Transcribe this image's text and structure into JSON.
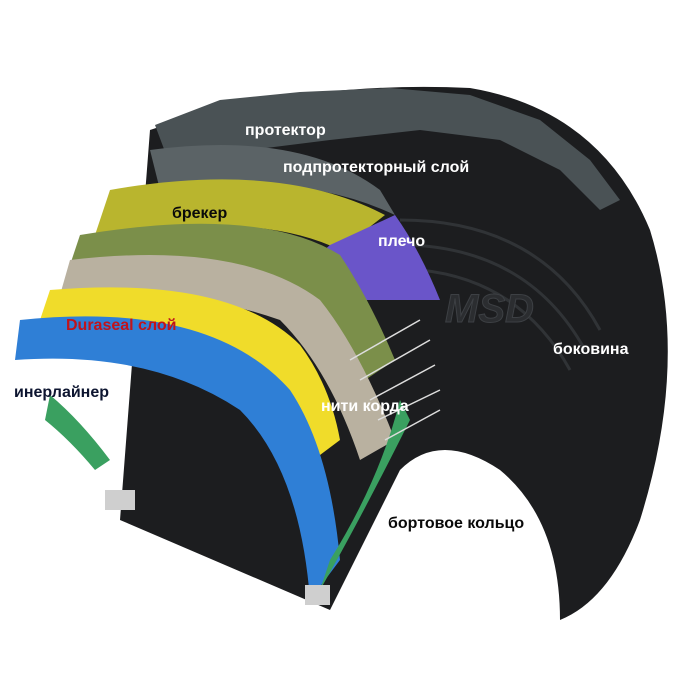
{
  "labels": {
    "tread": "протектор",
    "subtread": "подпротекторный слой",
    "breaker": "брекер",
    "shoulder": "плечо",
    "duraseal": "Duraseal слой",
    "innerliner": "инерлайнер",
    "sidewall": "боковина",
    "cord": "нити корда",
    "bead": "бортовое кольцо"
  },
  "logo": "MSD",
  "colors": {
    "tire": "#1c1d1f",
    "tread_gray": "#5b6366",
    "breaker_yellow": "#b9b52e",
    "olive": "#7b8f4a",
    "purple": "#6a55c9",
    "yellow": "#f0dc2a",
    "blue": "#2f7fd6",
    "green": "#3aa060",
    "duraseal_text": "#c0141c"
  }
}
